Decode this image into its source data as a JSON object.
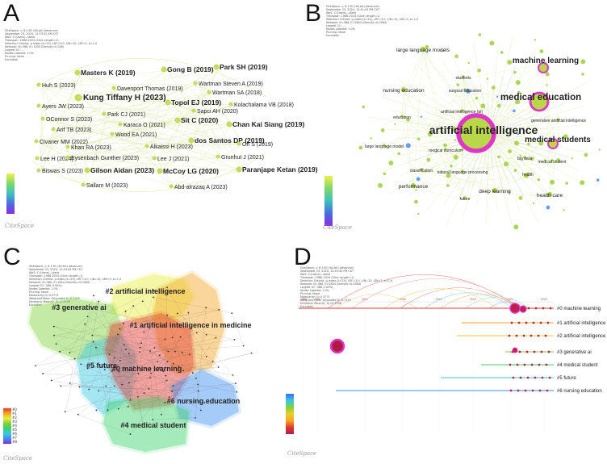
{
  "panels": [
    {
      "letter": "A",
      "meta_lines": [
        "CiteSpace, v. 6.3.R1 (64-bit) Advanced",
        "September 23, 2024, 11:53:52 AM CST",
        "WoS: C:\\Users\\...\\data",
        "Timespan: 1986-2024 (Slice Length=1)",
        "Selection Criteria: g-index (k=25), LRF=3.0, L/N=10, LBY=5, e=1.0",
        "Network: N=268, E=1005 (Density=0.028)",
        "Largest CC: ...",
        "Nodes Labeled: 1.0%",
        "Pruning: None",
        "Excluded:"
      ],
      "nodes": [
        {
          "label": "Masters K (2019)",
          "size": "m"
        },
        {
          "label": "Gong B (2019)",
          "size": "m"
        },
        {
          "label": "Park SH (2019)",
          "size": "m"
        },
        {
          "label": "Huh S (2023)",
          "size": "s"
        },
        {
          "label": "Davenport Thomas (2019)",
          "size": "s"
        },
        {
          "label": "Wartman Steven A (2019)",
          "size": "s"
        },
        {
          "label": "Kung Tiffany H (2023)",
          "size": "l"
        },
        {
          "label": "Wartman SA (2018)",
          "size": "s"
        },
        {
          "label": "Ayers JW (2023)",
          "size": "s"
        },
        {
          "label": "Topol EJ (2019)",
          "size": "m"
        },
        {
          "label": "Kolachalama VB (2018)",
          "size": "s"
        },
        {
          "label": "Park CJ (2021)",
          "size": "s"
        },
        {
          "label": "Sapci AH (2020)",
          "size": "s"
        },
        {
          "label": "OConnor S (2023)",
          "size": "s"
        },
        {
          "label": "Sit C (2020)",
          "size": "m"
        },
        {
          "label": "Chan Kai Siang (2019)",
          "size": "m"
        },
        {
          "label": "Arif TB (2023)",
          "size": "s"
        },
        {
          "label": "Karaca O (2021)",
          "size": "s"
        },
        {
          "label": "Wood EA (2021)",
          "size": "s"
        },
        {
          "label": "Civaner MM (2022)",
          "size": "s"
        },
        {
          "label": "dos Santos DP (2019)",
          "size": "m"
        },
        {
          "label": "Oh S (2019)",
          "size": "s"
        },
        {
          "label": "Khan RA (2023)",
          "size": "s"
        },
        {
          "label": "Alkaissi H (2023)",
          "size": "s"
        },
        {
          "label": "Lee H (2024)",
          "size": "s"
        },
        {
          "label": "Eysenbach Gunther (2023)",
          "size": "s"
        },
        {
          "label": "Lee J (2021)",
          "size": "s"
        },
        {
          "label": "Grunhut J (2021)",
          "size": "s"
        },
        {
          "label": "Biswas S (2023)",
          "size": "s"
        },
        {
          "label": "Gilson Aidan (2023)",
          "size": "m"
        },
        {
          "label": "McCoy LG (2020)",
          "size": "m"
        },
        {
          "label": "Paranjape Ketan (2019)",
          "size": "m"
        },
        {
          "label": "Sallam M (2023)",
          "size": "s"
        },
        {
          "label": "Abd-alrazaq A (2023)",
          "size": "s"
        }
      ],
      "logo": "CiteSpace"
    },
    {
      "letter": "B",
      "meta_lines": [
        "CiteSpace, v. 6.3.R1 (64-bit) Advanced",
        "September 23, 2024, 12:41:05 PM CST",
        "WoS: C:\\Users\\...\\data",
        "Timespan: 1986-2024 (Slice Length=1)",
        "Selection Criteria: g-index (k=25), LRF=3.0, L/N=10, LBY=5, e=1.0",
        "Network: N=386, E=2854 (Density=0.0384)",
        "Largest CC: ...",
        "Nodes Labeled: 1.0%",
        "Pruning: None",
        "Excluded:"
      ],
      "keywords": [
        {
          "label": "large language models",
          "size": "s"
        },
        {
          "label": "machine learning",
          "size": "l"
        },
        {
          "label": "students",
          "size": "xs"
        },
        {
          "label": "nursing education",
          "size": "s"
        },
        {
          "label": "surgical education",
          "size": "xs"
        },
        {
          "label": "medical education",
          "size": "xl"
        },
        {
          "label": "education",
          "size": "xs"
        },
        {
          "label": "artificial intelligence (ai)",
          "size": "xs"
        },
        {
          "label": "generative artificial intelligence",
          "size": "xs"
        },
        {
          "label": "artificial intelligence",
          "size": "xxl"
        },
        {
          "label": "medical students",
          "size": "l"
        },
        {
          "label": "large language model",
          "size": "xs"
        },
        {
          "label": "medical curriculum",
          "size": "xs"
        },
        {
          "label": "big data",
          "size": "xs"
        },
        {
          "label": "medical student",
          "size": "xs"
        },
        {
          "label": "health",
          "size": "xs"
        },
        {
          "label": "classification",
          "size": "xs"
        },
        {
          "label": "natural language processing",
          "size": "xs"
        },
        {
          "label": "performance",
          "size": "s"
        },
        {
          "label": "deep learning",
          "size": "s"
        },
        {
          "label": "health care",
          "size": "s"
        },
        {
          "label": "future",
          "size": "xs"
        }
      ],
      "logo": "CiteSpace"
    },
    {
      "letter": "C",
      "meta_lines": [
        "CiteSpace, v. 6.3.R1 (64-bit) Advanced",
        "September 23, 2024, 12:43:04 PM CST",
        "WoS: C:\\Users\\...\\data",
        "Timespan: 1986-2024 (Slice Length=1)",
        "Selection Criteria: g-index (k=25), LRF=3.0, L/N=10, LBY=5, e=1.0",
        "Network: N=386, E=2854 (Density=0.0384)",
        "Largest CC: 386 (100%)",
        "Nodes Labeled: 1.0%",
        "Pruning: None",
        "Modularity Q=0.3773",
        "Weighted Mean Silhouette S=0.7128",
        "Harmonic Mean(Q, S)=0.4936",
        "Excluded:"
      ],
      "clusters": [
        {
          "label": "#2 artificial intelligence",
          "color": "#e8ef3a"
        },
        {
          "label": "#3 generative ai",
          "color": "#7fd23a"
        },
        {
          "label": "#1 artificial intelligence in medicine",
          "color": "#f5a623"
        },
        {
          "label": "#5 future",
          "color": "#3ac8e6"
        },
        {
          "label": "#0 machine learning",
          "color": "#e8352c"
        },
        {
          "label": "#6 nursing education",
          "color": "#3a8ef0"
        },
        {
          "label": "#4 medical student",
          "color": "#3ad26a"
        }
      ],
      "legend_labels": [
        "#0",
        "#1",
        "#2",
        "#3",
        "#4",
        "#5",
        "#6",
        "#7",
        "#8"
      ],
      "logo": "CiteSpace"
    },
    {
      "letter": "D",
      "meta_lines": [
        "CiteSpace, v. 6.3.R1 (64-bit) Advanced",
        "September 23, 2024, 12:45:30 PM CST",
        "WoS: C:\\Users\\...\\data",
        "Timespan: 1986-2024 (Slice Length=1)",
        "Selection Criteria: g-index (k=25), LRF=3.0, L/N=10, LBY=5, e=1.0",
        "Network: N=386, E=2854 (Density=0.0384)",
        "Largest CC: 386 (100%)",
        "Nodes Labeled: 1.0%",
        "Pruning: None",
        "Modularity Q=0.3773",
        "Weighted Mean Silhouette S=0.7128",
        "Harmonic Mean(Q, S)=0.4936",
        "Excluded:"
      ],
      "year_ticks": [
        "1986",
        "1991",
        "2001",
        "2006",
        "2011",
        "2016",
        "2021",
        "2024"
      ],
      "timelines": [
        {
          "label": "#0 machine learning",
          "color": "#e8352c"
        },
        {
          "label": "#1 artificial intelligence in medicine",
          "color": "#f5a623"
        },
        {
          "label": "#2 artificial intelligence",
          "color": "#e8d02a"
        },
        {
          "label": "#3 generative ai",
          "color": "#7fd23a"
        },
        {
          "label": "#4 medical student",
          "color": "#3ad26a"
        },
        {
          "label": "#5 future",
          "color": "#3ac8e6"
        },
        {
          "label": "#6 nursing education",
          "color": "#3a8ef0"
        }
      ],
      "logo": "CiteSpace"
    }
  ]
}
